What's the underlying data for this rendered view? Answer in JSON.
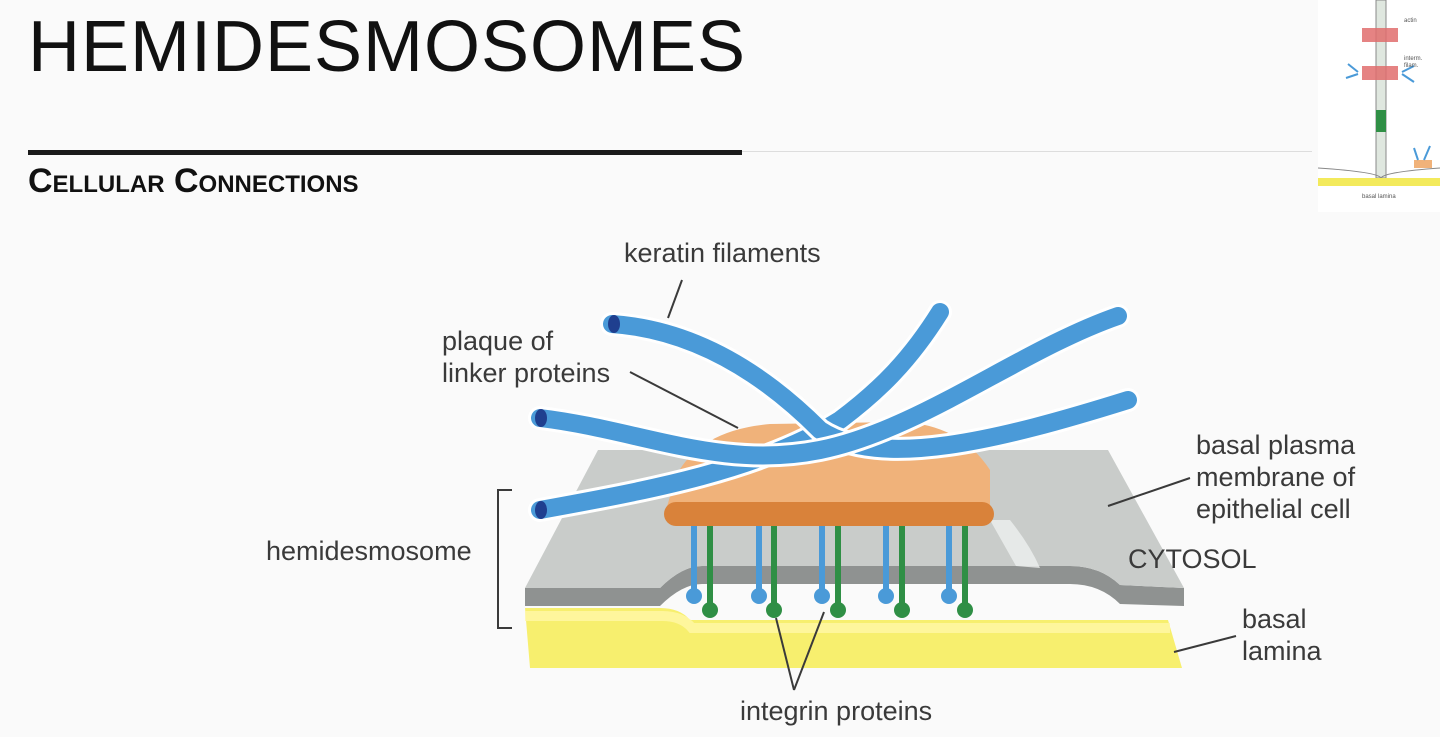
{
  "slide": {
    "title": "HEMIDESMOSOMES",
    "subtitle": "Cellular Connections"
  },
  "diagram": {
    "labels": {
      "keratin": "keratin filaments",
      "plaque_line1": "plaque of",
      "plaque_line2": "linker proteins",
      "hemidesmosome": "hemidesmosome",
      "membrane_line1": "basal plasma",
      "membrane_line2": "membrane of",
      "membrane_line3": "epithelial cell",
      "cytosol": "CYTOSOL",
      "lamina_line1": "basal",
      "lamina_line2": "lamina",
      "integrin": "integrin proteins"
    },
    "colors": {
      "keratin": "#4a9ad8",
      "keratin_end": "#1f3f8f",
      "plaque": "#f0b27a",
      "plaque_bar": "#d9823a",
      "membrane": "#c9ccca",
      "membrane_edge": "#8f9291",
      "lamina": "#f7ef6e",
      "integrin_blue": "#4a9ad8",
      "integrin_green": "#2f8f45"
    }
  },
  "thumbnail": {
    "labels": {
      "actin": "actin",
      "intermediate_line1": "interm.",
      "intermediate_line2": "filam.",
      "basal_lamina": "basal lamina"
    }
  }
}
